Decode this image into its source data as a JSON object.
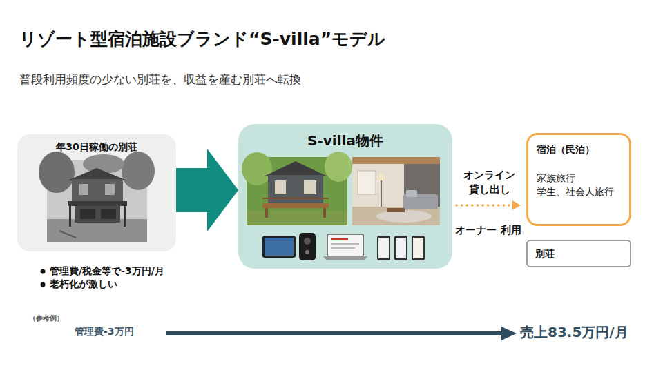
{
  "diagram": {
    "title": "リゾート型宿泊施設ブランド“S-villa”モデル",
    "nodes": [
      {
        "text": [
          "年30日稼働の別荘"
        ]
      },
      {
        "text": [
          "S-villa物件"
        ]
      },
      {
        "text": [
          "宿泊（民泊）",
          "家族旅行 学生、社会人旅行"
        ]
      },
      {
        "text": [
          "別荘"
        ]
      }
    ],
    "edges": [
      {
        "from": 0,
        "to": 1,
        "arrow": "to"
      },
      {
        "from": 1,
        "to": 2,
        "label": "オンライン 貸し出し",
        "arrow": "to"
      }
    ],
    "labels": [
      "普段利用頻度の少ない別荘を、収益を産む別荘へ転換",
      "管理費/税金等で-3万円/月",
      "老朽化が激しい",
      "オーナー 利用",
      "（参考例）",
      "管理費-3万円",
      "売上83.5万円/月"
    ]
  }
}
